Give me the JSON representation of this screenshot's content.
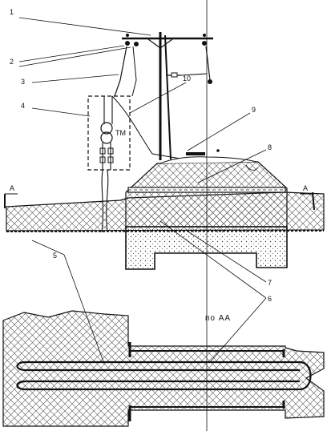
{
  "labels": {
    "l1": "1",
    "l2": "2",
    "l3": "3",
    "l4": "4",
    "l5": "5",
    "l6": "6",
    "l7": "7",
    "l8": "8",
    "l9": "9",
    "l10": "10"
  },
  "transformer_text": "ТМ",
  "section_marker": "А",
  "plan_title": "по АА",
  "colors": {
    "ink": "#111111",
    "paper": "#ffffff"
  }
}
